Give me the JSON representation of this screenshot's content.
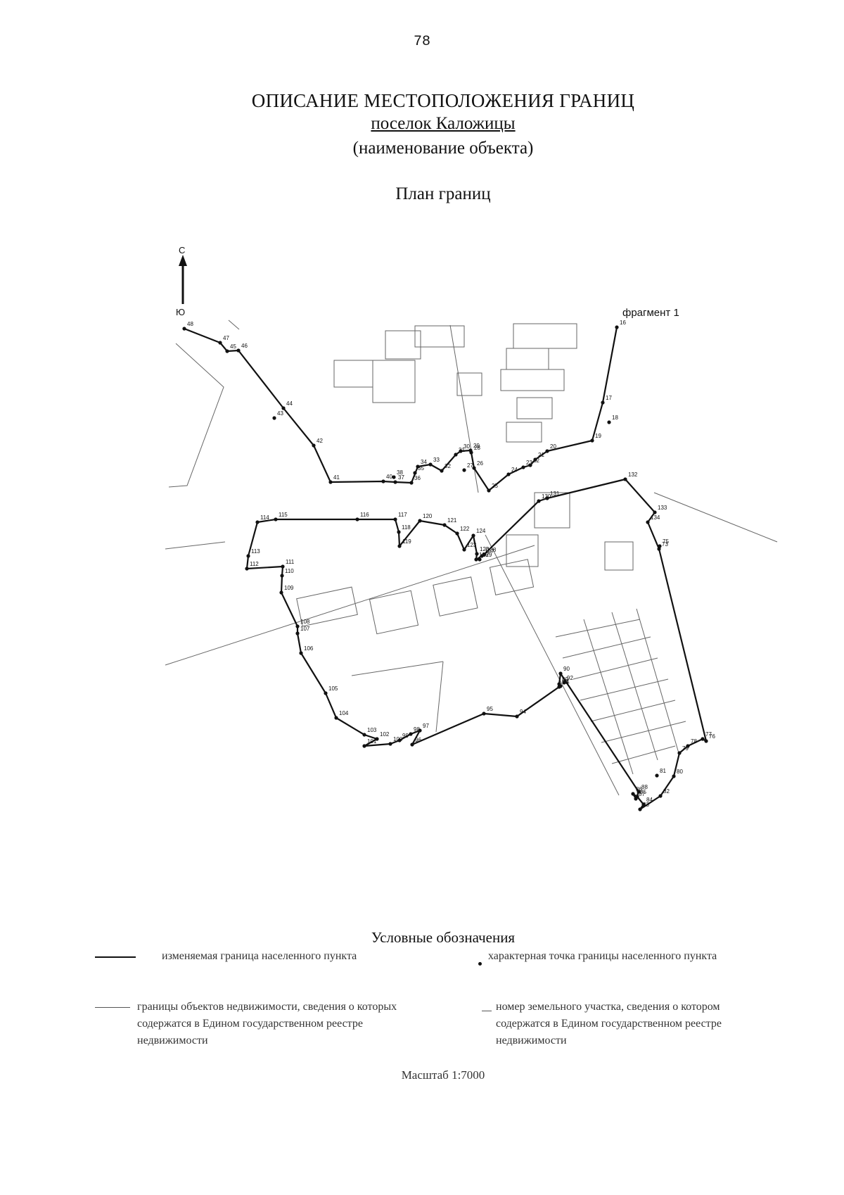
{
  "page_number": "78",
  "header": {
    "title": "ОПИСАНИЕ МЕСТОПОЛОЖЕНИЯ ГРАНИЦ",
    "object_name": "поселок Каложицы",
    "object_caption": "(наименование объекта)",
    "plan_title": "План границ"
  },
  "map": {
    "north_arrow": {
      "top_label": "С",
      "bottom_label": "Ю"
    },
    "fragment_label": "фрагмент 1",
    "boundary_color": "#111111",
    "point_labels": [
      "48",
      "47",
      "45",
      "46",
      "44",
      "43",
      "42",
      "41",
      "40",
      "37",
      "38",
      "36",
      "35",
      "34",
      "33",
      "32",
      "31",
      "30",
      "29",
      "28",
      "27",
      "26",
      "25",
      "24",
      "23",
      "22",
      "21",
      "20",
      "19",
      "18",
      "17",
      "16",
      "116",
      "115",
      "114",
      "113",
      "112",
      "111",
      "110",
      "109",
      "108",
      "107",
      "106",
      "105",
      "104",
      "103",
      "102",
      "101",
      "100",
      "99",
      "98",
      "97",
      "96",
      "95",
      "94",
      "93",
      "92",
      "91",
      "90",
      "89",
      "88",
      "87",
      "86",
      "85",
      "84",
      "83",
      "82",
      "81",
      "80",
      "79",
      "78",
      "77",
      "76",
      "75",
      "74",
      "73",
      "117",
      "118",
      "119",
      "120",
      "121",
      "122",
      "123",
      "124",
      "125",
      "126",
      "127",
      "128",
      "129",
      "130",
      "131",
      "132",
      "133",
      "134"
    ]
  },
  "legend": {
    "title": "Условные обозначения",
    "items": [
      {
        "symbol": "thick-line",
        "text": "изменяемая граница населенного пункта"
      },
      {
        "symbol": "point",
        "text": "характерная точка границы населенного пункта"
      },
      {
        "symbol": "thin-line",
        "text": "границы объектов недвижимости, сведения о которых содержатся в Едином государственном реестре недвижимости"
      },
      {
        "symbol": "parcel-number",
        "text": "номер земельного участка, сведения о котором содержатся в Едином государственном реестре недвижимости"
      }
    ]
  },
  "scale": "Масштаб 1:7000"
}
